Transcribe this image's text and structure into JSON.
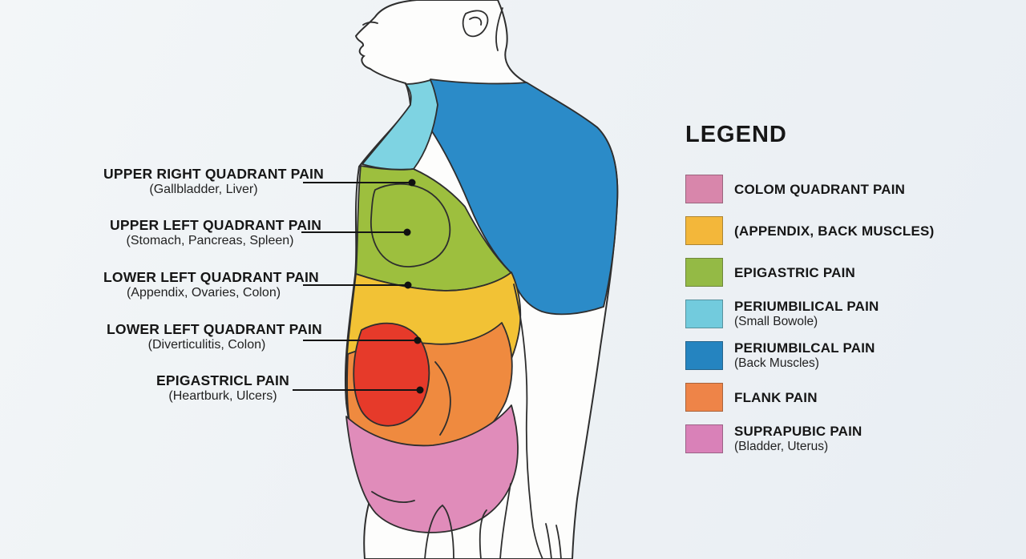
{
  "figure": {
    "outline_color": "#2e2e2e",
    "body_fill": "#fdfdfc",
    "regions": [
      {
        "name": "shoulder-upper-back",
        "color": "#2b8bc8"
      },
      {
        "name": "upper-chest",
        "color": "#7ed3e2"
      },
      {
        "name": "chest-epigastric",
        "color": "#9dbf3e"
      },
      {
        "name": "mid-abdomen",
        "color": "#f2c235"
      },
      {
        "name": "lower-abdomen-flank",
        "color": "#ef8a3f"
      },
      {
        "name": "umbilical-core",
        "color": "#e63a2a"
      },
      {
        "name": "pelvic-suprapubic",
        "color": "#e08cba"
      }
    ]
  },
  "labels": [
    {
      "title": "UPPER RIGHT QUADRANT PAIN",
      "sub": "(Gallbladder, Liver)"
    },
    {
      "title": "UPPER LEFT QUADRANT PAIN",
      "sub": "(Stomach, Pancreas, Spleen)"
    },
    {
      "title": "LOWER LEFT QUADRANT PAIN",
      "sub": "(Appendix, Ovaries, Colon)"
    },
    {
      "title": "LOWER LEFT QUADRANT PAIN",
      "sub": "(Diverticulitis, Colon)"
    },
    {
      "title": "EPIGASTRICL PAIN",
      "sub": "(Heartburk, Ulcers)"
    }
  ],
  "legend": {
    "title": "LEGEND",
    "items": [
      {
        "label": "COLOM QUADRANT PAIN",
        "sub": "",
        "color": "#d886ab"
      },
      {
        "label": "(APPENDIX, BACK MUSCLES)",
        "sub": "",
        "color": "#f3b73a"
      },
      {
        "label": "EPIGASTRIC PAIN",
        "sub": "",
        "color": "#94ba45"
      },
      {
        "label": "PERIUMBILICAL PAIN",
        "sub": "(Small Bowole)",
        "color": "#72cbdd"
      },
      {
        "label": "PERIUMBILCAL PAIN",
        "sub": "(Back Muscles)",
        "color": "#2584c0"
      },
      {
        "label": "FLANK PAIN",
        "sub": "",
        "color": "#ee8448"
      },
      {
        "label": "SUPRAPUBIC PAIN",
        "sub": "(Bladder, Uterus)",
        "color": "#d981b8"
      }
    ]
  }
}
